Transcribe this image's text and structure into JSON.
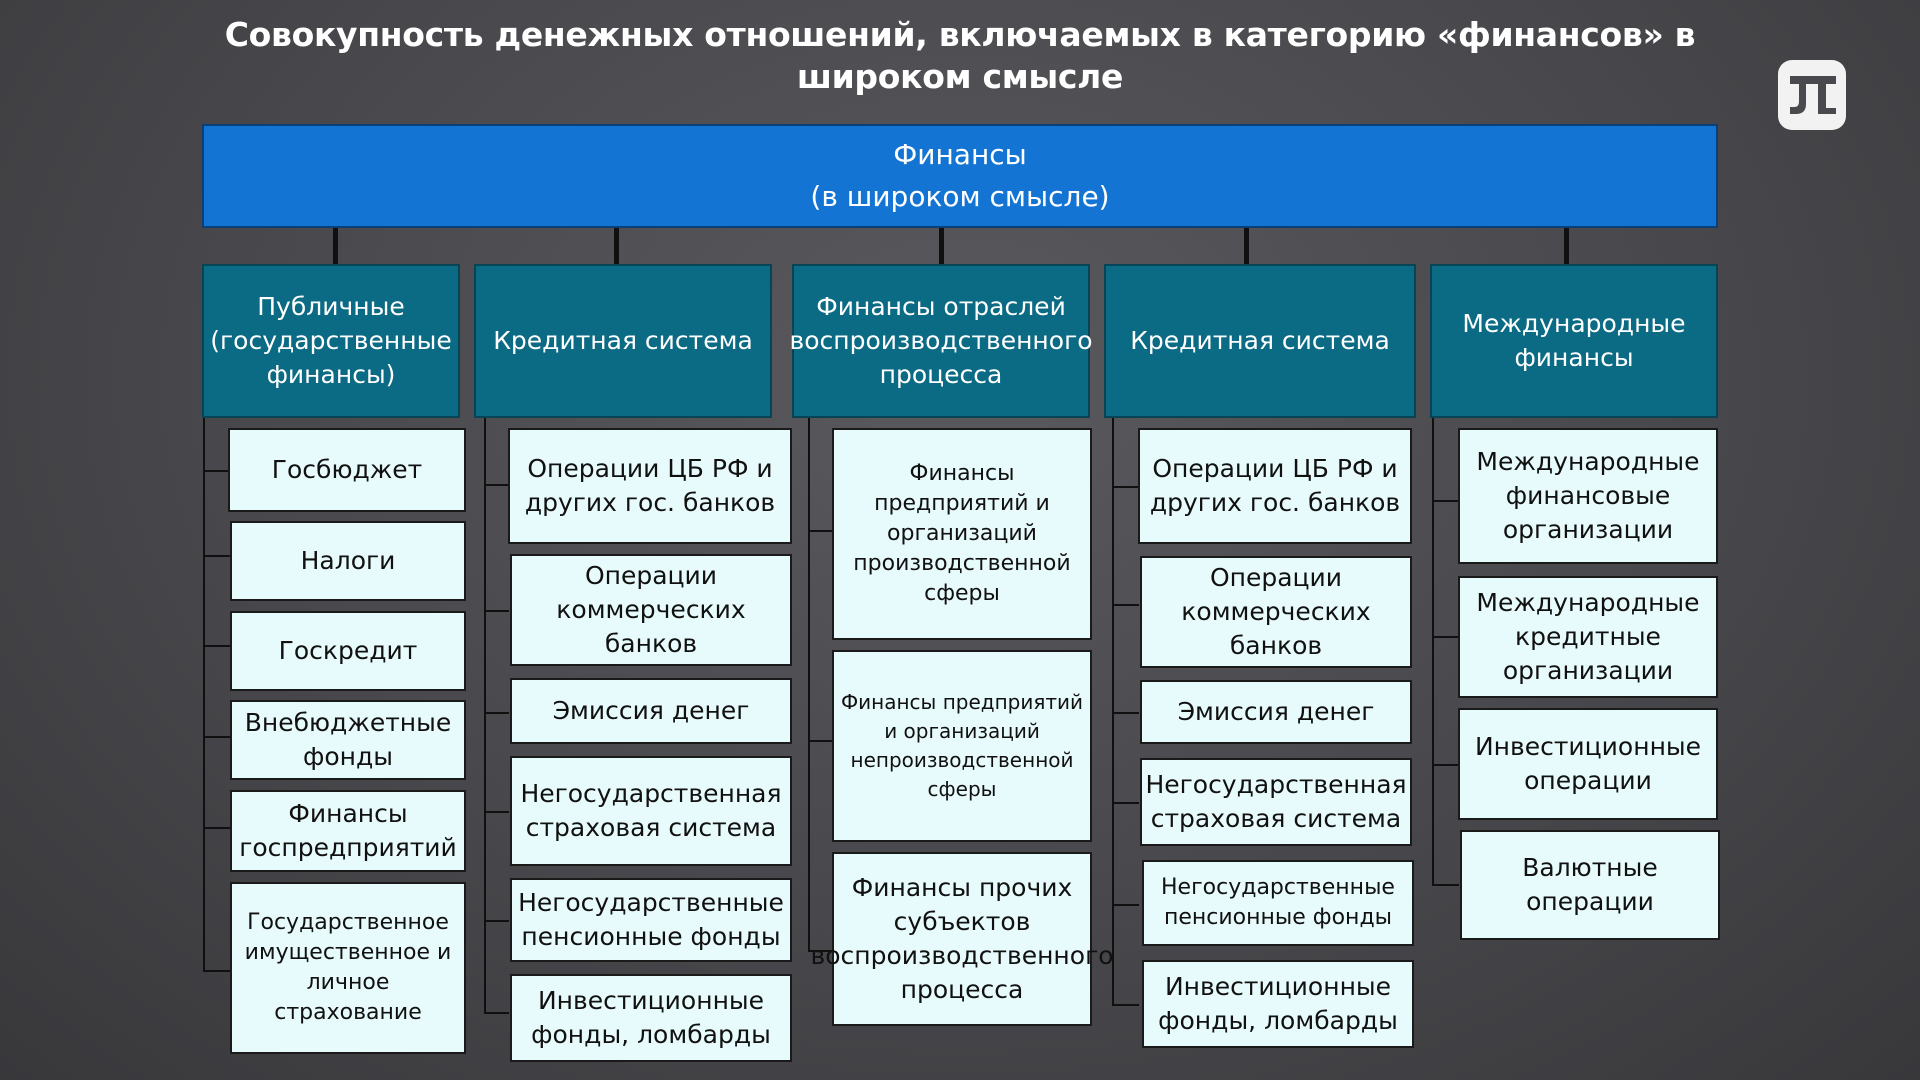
{
  "title": "Совокупность денежных отношений, включаемых в категорию «финансов» в широком смысле",
  "logo_icon": "pi-logo-icon",
  "root": {
    "line1": "Финансы",
    "line2": "(в широком смысле)"
  },
  "columns": [
    {
      "heading": "Публичные (государственные финансы)",
      "items": [
        "Госбюджет",
        "Налоги",
        "Госкредит",
        "Внебюджетные фонды",
        "Финансы госпредприятий",
        "Государственное имущественное и личное страхование"
      ]
    },
    {
      "heading": "Кредитная система",
      "items": [
        "Операции ЦБ РФ и других гос. банков",
        "Операции коммерческих банков",
        "Эмиссия денег",
        "Негосударственная страховая система",
        "Негосударственные пенсионные фонды",
        "Инвестиционные фонды, ломбарды"
      ]
    },
    {
      "heading": "Финансы отраслей воспроизводственного процесса",
      "items": [
        "Финансы предприятий и организаций производственной сферы",
        "Финансы предприятий и организаций непроизводственной сферы",
        "Финансы прочих субъектов воспроизводственного процесса"
      ]
    },
    {
      "heading": "Кредитная система",
      "items": [
        "Операции ЦБ РФ и других гос. банков",
        "Операции коммерческих банков",
        "Эмиссия денег",
        "Негосударственная страховая система",
        "Негосударственные пенсионные фонды",
        "Инвестиционные фонды, ломбарды"
      ]
    },
    {
      "heading": "Международные финансы",
      "items": [
        "Международные финансовые организации",
        "Международные кредитные организации",
        "Инвестиционные операции",
        "Валютные операции"
      ]
    }
  ]
}
